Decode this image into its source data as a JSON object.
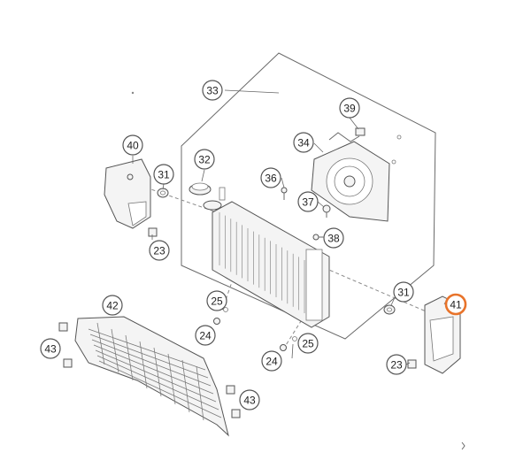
{
  "diagram": {
    "highlight_color": "#e8732a",
    "callouts": [
      {
        "id": "33",
        "label": "33",
        "highlighted": false
      },
      {
        "id": "39",
        "label": "39",
        "highlighted": false
      },
      {
        "id": "34",
        "label": "34",
        "highlighted": false
      },
      {
        "id": "40",
        "label": "40",
        "highlighted": false
      },
      {
        "id": "32",
        "label": "32",
        "highlighted": false
      },
      {
        "id": "31a",
        "label": "31",
        "highlighted": false
      },
      {
        "id": "36",
        "label": "36",
        "highlighted": false
      },
      {
        "id": "37",
        "label": "37",
        "highlighted": false
      },
      {
        "id": "38",
        "label": "38",
        "highlighted": false
      },
      {
        "id": "23a",
        "label": "23",
        "highlighted": false
      },
      {
        "id": "31b",
        "label": "31",
        "highlighted": false
      },
      {
        "id": "41",
        "label": "41",
        "highlighted": true
      },
      {
        "id": "42",
        "label": "42",
        "highlighted": false
      },
      {
        "id": "25a",
        "label": "25",
        "highlighted": false
      },
      {
        "id": "24a",
        "label": "24",
        "highlighted": false
      },
      {
        "id": "25b",
        "label": "25",
        "highlighted": false
      },
      {
        "id": "43a",
        "label": "43",
        "highlighted": false
      },
      {
        "id": "24b",
        "label": "24",
        "highlighted": false
      },
      {
        "id": "23b",
        "label": "23",
        "highlighted": false
      },
      {
        "id": "43b",
        "label": "43",
        "highlighted": false
      }
    ]
  }
}
